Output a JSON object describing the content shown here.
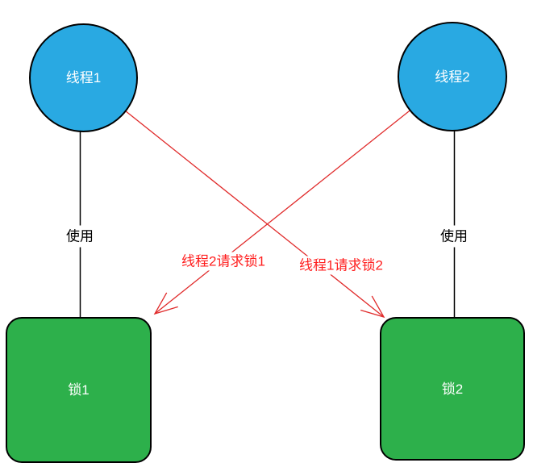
{
  "diagram": {
    "type": "deadlock-diagram",
    "nodes": {
      "thread1": {
        "label": "线程1",
        "shape": "circle"
      },
      "thread2": {
        "label": "线程2",
        "shape": "circle"
      },
      "lock1": {
        "label": "锁1",
        "shape": "rounded-rect"
      },
      "lock2": {
        "label": "锁2",
        "shape": "rounded-rect"
      }
    },
    "edges": {
      "thread1_uses_lock1": {
        "label": "使用"
      },
      "thread2_uses_lock2": {
        "label": "使用"
      },
      "thread2_requests_lock1": {
        "label": "线程2请求锁1"
      },
      "thread1_requests_lock2": {
        "label": "线程1请求锁2"
      }
    },
    "colors": {
      "thread_fill": "#29A9E2",
      "lock_fill": "#2DB04B",
      "shape_border": "#000000",
      "node_text": "#FFFFFF",
      "use_line": "#000000",
      "use_text": "#000000",
      "request_line": "#E02A2A",
      "request_text": "#FF1F1F",
      "background": "#FFFFFF"
    }
  }
}
